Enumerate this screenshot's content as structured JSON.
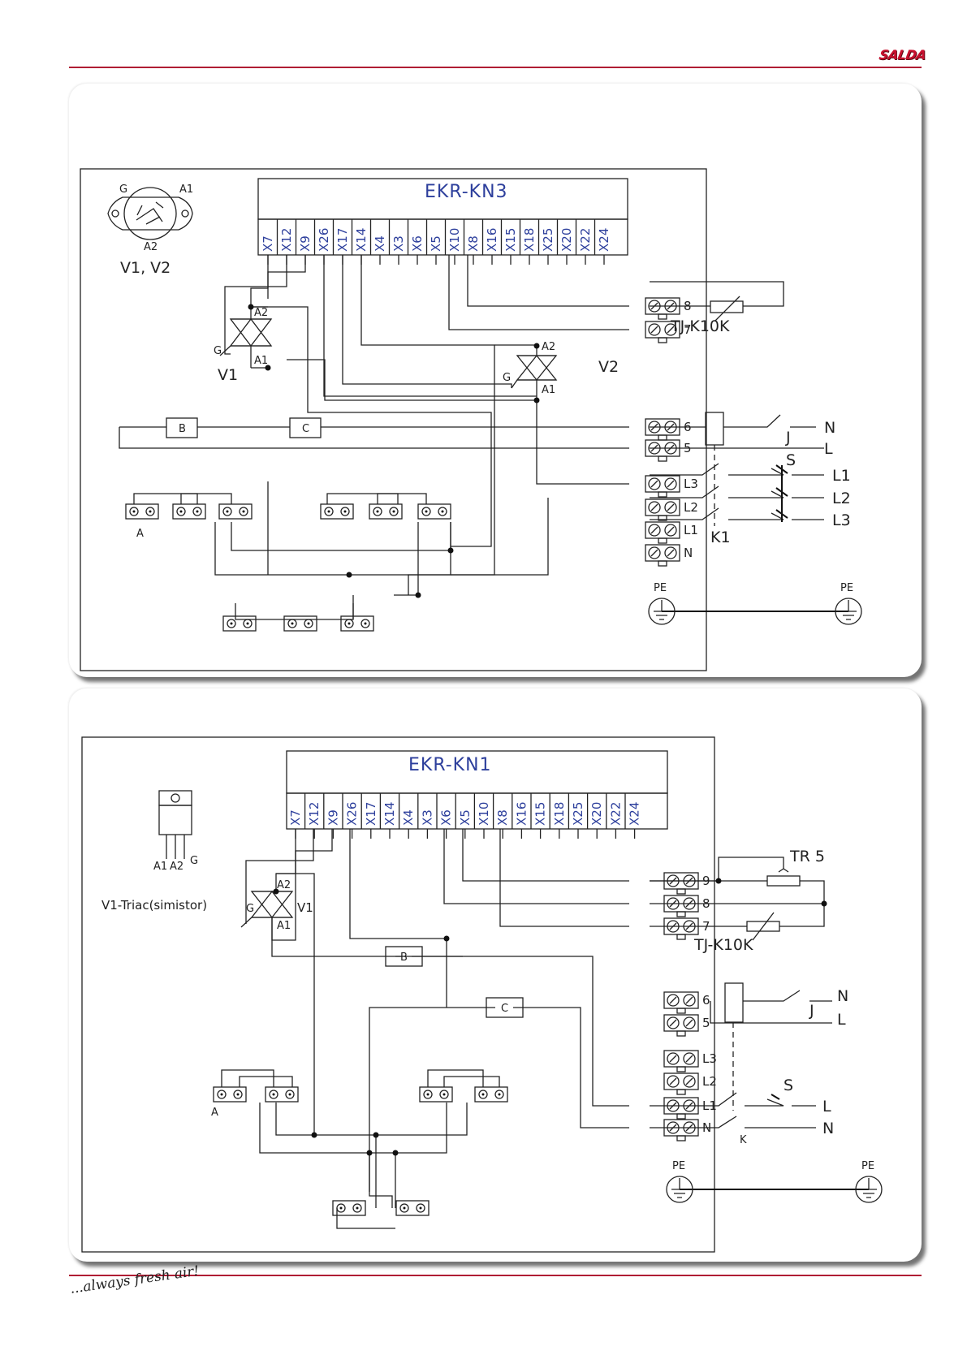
{
  "header": {
    "logo": "SALDA"
  },
  "footer": {
    "tagline": "...always fresh air!"
  },
  "diagram1": {
    "title": "EKR-KN3",
    "pins": [
      "X7",
      "X12",
      "X9",
      "X26",
      "X17",
      "X14",
      "X4",
      "X3",
      "X6",
      "X5",
      "X10",
      "X8",
      "X16",
      "X15",
      "X18",
      "X25",
      "X20",
      "X22",
      "X24"
    ],
    "triac_symbol": {
      "g": "G",
      "a1": "A1",
      "a2": "A2",
      "caption": "V1, V2"
    },
    "v1": {
      "label": "V1",
      "g": "G",
      "a1": "A1",
      "a2": "A2"
    },
    "v2": {
      "label": "V2",
      "g": "G",
      "a1": "A1",
      "a2": "A2"
    },
    "sensor": "TJ-K10K",
    "terminals": [
      "8",
      "7",
      "6",
      "5",
      "L3",
      "L2",
      "L1",
      "N"
    ],
    "relay_contact": "J",
    "switch": "S",
    "contactor": "K1",
    "mains_left": [
      "N",
      "L"
    ],
    "phases": [
      "L1",
      "L2",
      "L3"
    ],
    "fuses": [
      "B",
      "C"
    ],
    "heater_label": "A",
    "earth": [
      "PE",
      "PE"
    ]
  },
  "diagram2": {
    "title": "EKR-KN1",
    "pins": [
      "X7",
      "X12",
      "X9",
      "X26",
      "X17",
      "X14",
      "X4",
      "X3",
      "X6",
      "X5",
      "X10",
      "X8",
      "X16",
      "X15",
      "X18",
      "X25",
      "X20",
      "X22",
      "X24"
    ],
    "package": {
      "a1": "A1",
      "a2": "A2",
      "g": "G"
    },
    "component_note": "V1-Triac(simistor)",
    "v1": {
      "label": "V1",
      "g": "G",
      "a1": "A1",
      "a2": "A2"
    },
    "potentiometer": "TR 5",
    "sensor": "TJ-K10K",
    "terminals": [
      "9",
      "8",
      "7",
      "6",
      "5",
      "L3",
      "L2",
      "L1",
      "N"
    ],
    "relay_contact": "J",
    "switch": "S",
    "contactor": "K",
    "mains_right": [
      "N",
      "L"
    ],
    "mains_out": [
      "L",
      "N"
    ],
    "fuses": [
      "B",
      "C"
    ],
    "heater_label": "A",
    "earth": [
      "PE",
      "PE"
    ]
  }
}
